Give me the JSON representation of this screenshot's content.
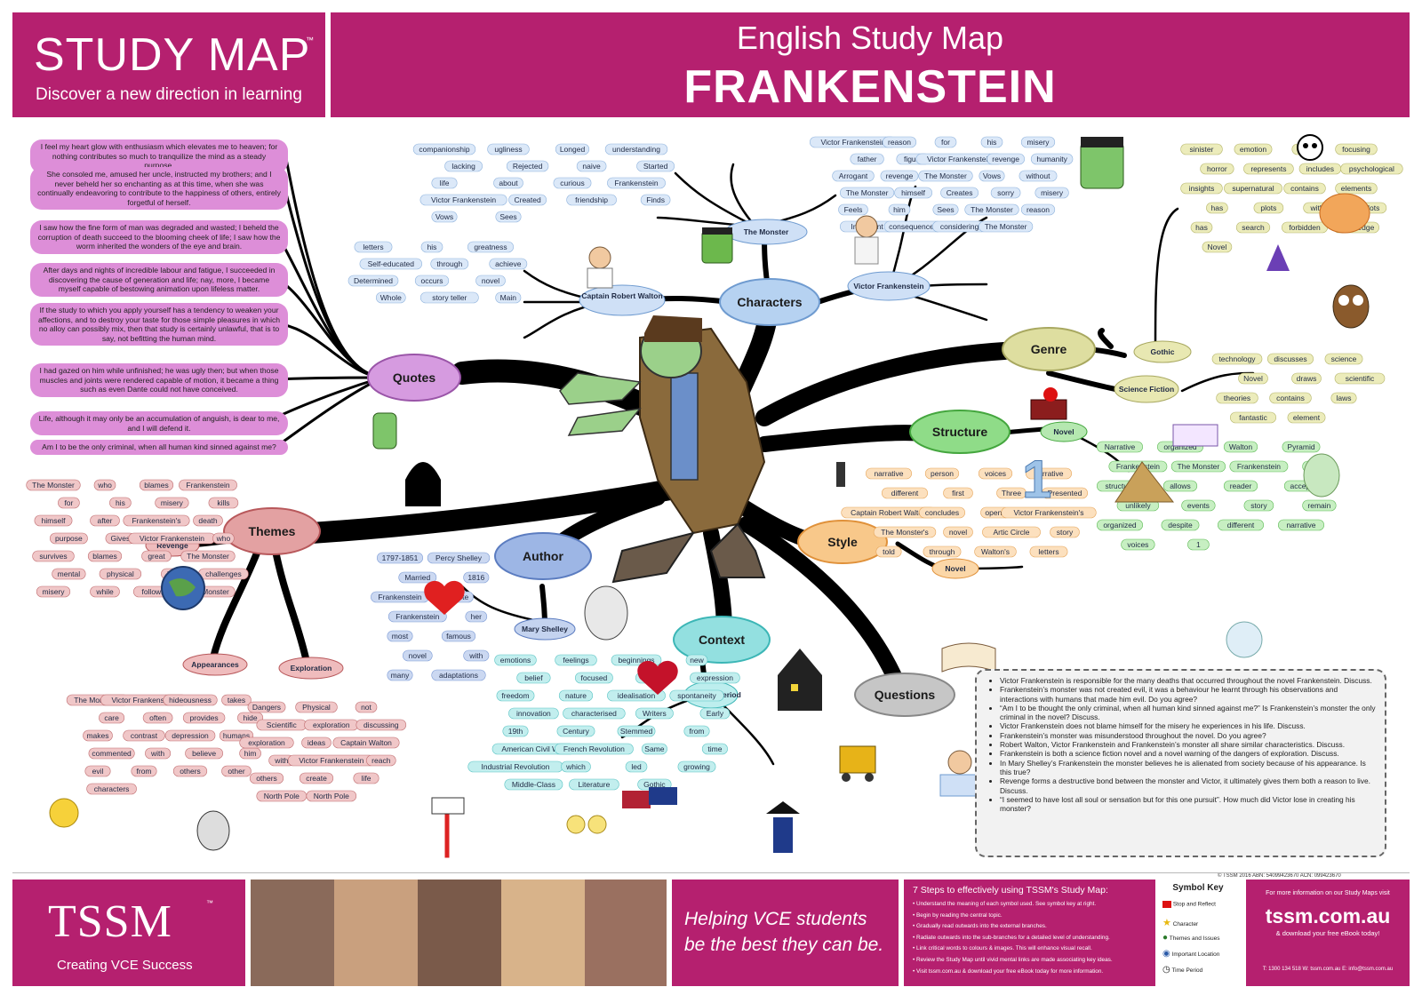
{
  "header": {
    "brand_title": "STUDY MAP",
    "brand_tm": "™",
    "brand_subtitle": "Discover a new direction in learning",
    "map_subtitle": "English Study Map",
    "map_title": "FRANKENSTEIN"
  },
  "hubs": {
    "quotes": "Quotes",
    "characters": "Characters",
    "genre": "Genre",
    "structure": "Structure",
    "style": "Style",
    "themes": "Themes",
    "author": "Author",
    "context": "Context",
    "questions": "Questions"
  },
  "quotes": [
    "I feel my heart glow with enthusiasm which elevates me to heaven; for nothing contributes so much to tranquilize the mind as a steady purpose.",
    "She consoled me, amused her uncle, instructed my brothers; and I never beheld her so enchanting as at this time, when she was continually endeavoring to contribute to the happiness of others, entirely forgetful of herself.",
    "I saw how the fine form of man was degraded and wasted; I beheld the corruption of death succeed to the blooming cheek of life; I saw how the worm inherited the wonders of the eye and brain.",
    "After days and nights of incredible labour and fatigue, I succeeded in discovering the cause of generation and life; nay, more, I became myself capable of bestowing animation upon lifeless matter.",
    "If the study to which you apply yourself has a tendency to weaken your affections, and to destroy your taste for those simple pleasures in which no alloy can possibly mix, then that study is certainly unlawful, that is to say, not befitting the human mind.",
    "I had gazed on him while unfinished; he was ugly then; but when those muscles and joints were rendered capable of motion, it became a thing such as even Dante could not have conceived.",
    "Life, although it may only be an accumulation of anguish, is dear to me, and I will defend it.",
    "Am I to be the only criminal, when all human kind sinned against me?"
  ],
  "characters": {
    "monster": "The Monster",
    "walton": "Captain Robert Walton",
    "victor": "Victor Frankenstein",
    "monster_terms": [
      "companionship",
      "ugliness",
      "Longed",
      "understanding",
      "lacking",
      "Rejected",
      "naive",
      "Started",
      "life",
      "about",
      "curious",
      "Frankenstein",
      "Victor Frankenstein",
      "Created",
      "friendship",
      "Finds",
      "Vows",
      "Sees"
    ],
    "walton_terms": [
      "letters",
      "his",
      "greatness",
      "Self-educated",
      "through",
      "achieve",
      "Determined",
      "occurs",
      "novel",
      "Whole",
      "story teller",
      "Main"
    ],
    "victor_terms": [
      "Victor Frankenstein",
      "reason",
      "for",
      "his",
      "misery",
      "father",
      "figure",
      "Victor Frankenstein",
      "revenge",
      "humanity",
      "Arrogant",
      "revenge",
      "The Monster",
      "Vows",
      "without",
      "The Monster",
      "himself",
      "Creates",
      "sorry",
      "misery",
      "Feels",
      "him",
      "Sees",
      "The Monster",
      "reason",
      "Intelligent",
      "consequences",
      "considering",
      "The Monster"
    ]
  },
  "genre": {
    "gothic": "Gothic",
    "scifi": "Science Fiction",
    "gothic_terms": [
      "sinister",
      "emotion",
      "fear",
      "focusing",
      "horror",
      "represents",
      "includes",
      "psychological",
      "insights",
      "supernatural",
      "contains",
      "elements",
      "has",
      "plots",
      "within",
      "plots",
      "has",
      "search",
      "forbidden",
      "knowledge",
      "Novel"
    ],
    "scifi_terms": [
      "technology",
      "discusses",
      "science",
      "Novel",
      "draws",
      "scientific",
      "theories",
      "contains",
      "laws",
      "fantastic",
      "element"
    ]
  },
  "structure": {
    "novel": "Novel",
    "terms": [
      "Narrative",
      "organized",
      "Walton",
      "Pyramid",
      "Frankenstein",
      "The Monster",
      "Frankenstein",
      "Walton",
      "structure",
      "allows",
      "reader",
      "accept",
      "unlikely",
      "events",
      "story",
      "remain",
      "organized",
      "despite",
      "different",
      "narrative",
      "voices",
      "1"
    ]
  },
  "style": {
    "novel": "Novel",
    "terms": [
      "narrative",
      "person",
      "voices",
      "narrative",
      "different",
      "first",
      "Three",
      "Presented",
      "Captain Robert Walton",
      "concludes",
      "opens",
      "Victor Frankenstein's",
      "The Monster's",
      "novel",
      "Artic Circle",
      "story",
      "told",
      "through",
      "Walton's",
      "letters"
    ]
  },
  "themes": {
    "revenge": "Revenge",
    "appearances": "Appearances",
    "exploration": "Exploration",
    "revenge_terms": [
      "The Monster",
      "who",
      "blames",
      "Frankenstein",
      "for",
      "his",
      "misery",
      "kills",
      "himself",
      "after",
      "Frankenstein's",
      "death",
      "purpose",
      "Gives",
      "Victor Frankenstein",
      "who",
      "survives",
      "blames",
      "great",
      "The Monster",
      "mental",
      "physical",
      "his",
      "challenges",
      "misery",
      "while",
      "following",
      "The Monster"
    ],
    "appearances_terms": [
      "The Monster's",
      "Victor Frankenstein",
      "hideousness",
      "takes",
      "care",
      "often",
      "provides",
      "hide",
      "makes",
      "contrast",
      "depression",
      "humans",
      "commented",
      "with",
      "believe",
      "him",
      "evil",
      "from",
      "others",
      "other",
      "characters"
    ],
    "exploration_terms": [
      "Dangers",
      "Physical",
      "not",
      "Scientific",
      "exploration",
      "discussing",
      "exploration",
      "ideas",
      "Captain Walton",
      "with",
      "Victor Frankenstein",
      "reach",
      "others",
      "create",
      "life",
      "North Pole",
      "North Pole"
    ]
  },
  "author": {
    "name": "Mary Shelley",
    "terms": [
      "1797-1851",
      "Percy Shelley",
      "Married",
      "1816",
      "Frankenstein",
      "Wrote",
      "Frankenstein",
      "her",
      "most",
      "famous",
      "novel",
      "with",
      "many",
      "adaptations"
    ]
  },
  "context": {
    "romantic": "Romantic Period",
    "terms": [
      "emotions",
      "feelings",
      "beginnings",
      "new",
      "belief",
      "focused",
      "thought",
      "expression",
      "freedom",
      "nature",
      "idealisation",
      "spontaneity",
      "innovation",
      "characterised",
      "Writers",
      "Early",
      "19th",
      "Century",
      "Stemmed",
      "from",
      "American Civil War",
      "French Revolution",
      "Same",
      "time",
      "Industrial Revolution",
      "which",
      "led",
      "growing",
      "Middle-Class",
      "Literature",
      "Gothic"
    ]
  },
  "questions": [
    "Victor Frankenstein is responsible for the many deaths that occurred throughout the novel Frankenstein. Discuss.",
    "Frankenstein’s monster was not created evil, it was a behaviour he learnt through his observations and interactions with humans that made him evil. Do you agree?",
    "“Am I to be thought the only criminal, when all human kind sinned against me?” Is Frankenstein’s monster the only criminal in the novel? Discuss.",
    "Victor Frankenstein does not blame himself for the misery he experiences in his life. Discuss.",
    "Frankenstein’s monster was misunderstood throughout the novel. Do you agree?",
    "Robert Walton, Victor Frankenstein and Frankenstein’s monster all share similar characteristics. Discuss.",
    "Frankenstein is both a science fiction novel and a novel warning of the dangers of exploration. Discuss.",
    "In Mary Shelley’s Frankenstein the monster believes he is alienated from society because of his appearance. Is this true?",
    "Revenge forms a destructive bond between the monster and Victor, it ultimately gives them both a reason to live. Discuss.",
    "“I seemed to have lost all soul or sensation but for this one pursuit”. How much did Victor lose in creating his monster?"
  ],
  "footer": {
    "copyright": "© TSSM 2016        ABN: 54099423670        ACN: 099423670",
    "logo": "TSSM",
    "logo_tm": "™",
    "logo_tagline": "Creating VCE Success",
    "slogan_1": "Helping VCE students",
    "slogan_2": "be the best they can be.",
    "steps_title": "7 Steps to effectively using TSSM's Study Map:",
    "steps": [
      "Understand the meaning of each symbol used. See symbol key at right.",
      "Begin by reading the central topic.",
      "Gradually read outwards into the external branches.",
      "Radiate outwards into the sub-branches for a detailed level of understanding.",
      "Link critical words to colours & images. This will enhance visual recall.",
      "Review the Study Map until vivid mental links are made associating key ideas.",
      "Visit tssm.com.au & download your free eBook today for more information."
    ],
    "key_title": "Symbol Key",
    "key_items": [
      "Stop and Reflect",
      "Character",
      "Themes and Issues",
      "Important Location",
      "Time Period"
    ],
    "web_top": "For more information on our Study Maps visit",
    "web": "tssm.com.au",
    "web_sub": "& download your free eBook today!",
    "contact": "T: 1300 134 518    W: tssm.com.au    E: info@tssm.com.au"
  },
  "colors": {
    "brand": "#b5206f",
    "quotes": "#c77bd4",
    "characters": "#8eb6e6",
    "genre": "#cfcf8a",
    "structure": "#6fcf6a",
    "style": "#f6b46a",
    "themes": "#d9888a",
    "author": "#7c9bd6",
    "context": "#6fd1d1",
    "questions": "#a9a9a9",
    "branches": "#000000"
  }
}
